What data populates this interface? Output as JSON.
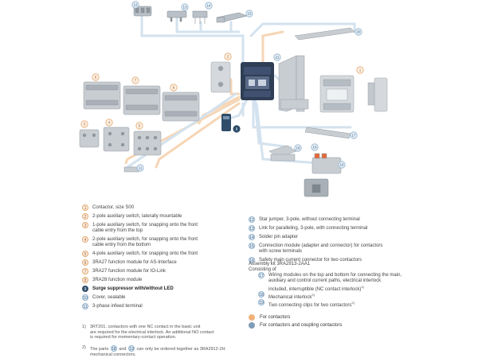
{
  "colors": {
    "contactor_lines": "#f3c9a0",
    "coupling_lines": "#c9dbe9",
    "orange_key": "#f0b27a",
    "blue_key": "#7f9db9",
    "part_grey": "#c8cdd2",
    "contactor_dark": "#2f3e55"
  },
  "diagram_labels": [
    "1",
    "2",
    "3",
    "4",
    "5",
    "6",
    "7",
    "8",
    "9",
    "10",
    "11",
    "12",
    "13",
    "14",
    "15",
    "16",
    "17",
    "18",
    "19",
    "20",
    "21"
  ],
  "legend_left": [
    {
      "n": "1",
      "text": "Contactor, size S00",
      "style": "o"
    },
    {
      "n": "2",
      "text": "2-pole auxiliary switch, laterally mountable",
      "style": "o"
    },
    {
      "n": "3",
      "text": "1-pole auxiliary switch, for snapping onto the front\ncable entry from the top",
      "style": "o"
    },
    {
      "n": "4",
      "text": "2-pole auxiliary switch, for snapping onto the front\ncable entry from the bottom",
      "style": "o"
    },
    {
      "n": "5",
      "text": "4-pole auxiliary switch, for snapping onto the front",
      "style": "o"
    },
    {
      "n": "6",
      "text": "3RA27 function module for AS-Interface",
      "style": "o"
    },
    {
      "n": "7",
      "text": "3RA27 function module for IO-Link",
      "style": "o"
    },
    {
      "n": "8",
      "text": "3RA28 function module",
      "style": "o"
    },
    {
      "n": "9",
      "text": "Surge suppressor with/without LED",
      "style": "k"
    },
    {
      "n": "10",
      "text": "Cover, sealable",
      "style": "b"
    },
    {
      "n": "11",
      "text": "3-phase infeed terminal",
      "style": "b"
    }
  ],
  "legend_right": [
    {
      "n": "12",
      "text": "Star jumper, 3-pole, without connecting terminal",
      "style": "b"
    },
    {
      "n": "13",
      "text": "Link for paralleling, 3-pole, with connecting terminal",
      "style": "b"
    },
    {
      "n": "14",
      "text": "Solder pin adapter",
      "style": "b"
    },
    {
      "n": "15",
      "text": "Connection module (adapter and connector) for contactors\nwith screw terminals",
      "style": "b"
    },
    {
      "n": "16",
      "text": "Safety main current connector for two contactors",
      "style": "b"
    }
  ],
  "assembly_heading": "Assembly kit 3RA2913-2AA1\nConsisting of",
  "legend_assembly": [
    {
      "n": "17",
      "text": "Wiring modules on the top and bottom for connecting the main,\nauxiliary and control current paths, electrical interlock\nincluded, interruptible (NC contact interlock)",
      "sup": "1)",
      "style": "b"
    },
    {
      "n": "18",
      "text": "Mechanical interlock",
      "sup": "2)",
      "style": "b"
    },
    {
      "n": "19",
      "text": "Two connecting clips for two contactors",
      "sup": "2)",
      "style": "b"
    }
  ],
  "keys": [
    {
      "label": "For contactors",
      "color": "#f0b27a"
    },
    {
      "label": "For contactors and coupling contactors",
      "color": "#7f9db9"
    }
  ],
  "footnotes": [
    {
      "mark": "1)",
      "text": "3RT201. contactors with one NC contact in the basic unit\nare required for the electrical interlock. An additional NO contact\nis required for momentary-contact operation."
    },
    {
      "mark": "2)",
      "pre": "The parts",
      "n1": "18",
      "mid": "and",
      "n2": "19",
      "post": "can only be ordered together as 3RA2912-2H\nmechanical connectors."
    }
  ]
}
